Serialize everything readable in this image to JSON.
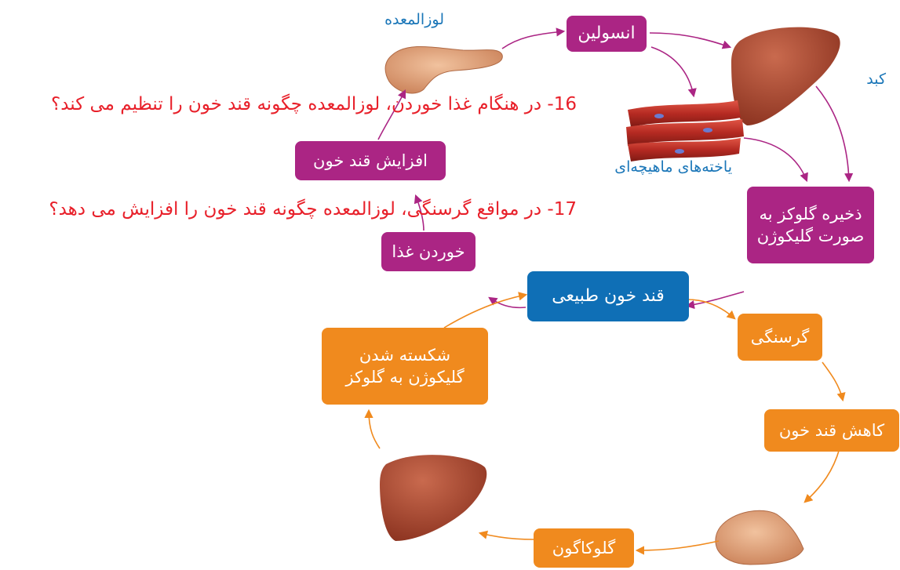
{
  "nodes": {
    "insulin": "انسولین",
    "liver_label": "کبد",
    "pancreas_label": "لوزالمعده",
    "muscle_label": "یاخته‌های ماهیچه‌ای",
    "storage_line1": "ذخیره گلوکز به",
    "storage_line2": "صورت گلیکوژن",
    "normal_sugar": "قند خون طبیعی",
    "eating": "خوردن غذا",
    "increase_sugar": "افزایش قند خون",
    "hunger": "گرسنگی",
    "decrease_sugar": "کاهش قند خون",
    "glucagon": "گلوکاگون",
    "breakdown_line1": "شکسته شدن",
    "breakdown_line2": "گلیکوژن به گلوکز"
  },
  "questions": {
    "q16": "16- در هنگام غذا خوردن، لوزالمعده چگونه قند خون را تنظیم می کند؟",
    "q17": "17- در مواقع گرسنگی، لوزالمعده چگونه قند خون را افزایش می دهد؟"
  },
  "colors": {
    "purple": "#ab2584",
    "orange": "#f08a1e",
    "blue": "#0f6fb6",
    "question_red": "#e8202a",
    "label_blue": "#1a76b8",
    "organ_liver": "#a8452e",
    "organ_pancreas": "#e0a27a"
  }
}
